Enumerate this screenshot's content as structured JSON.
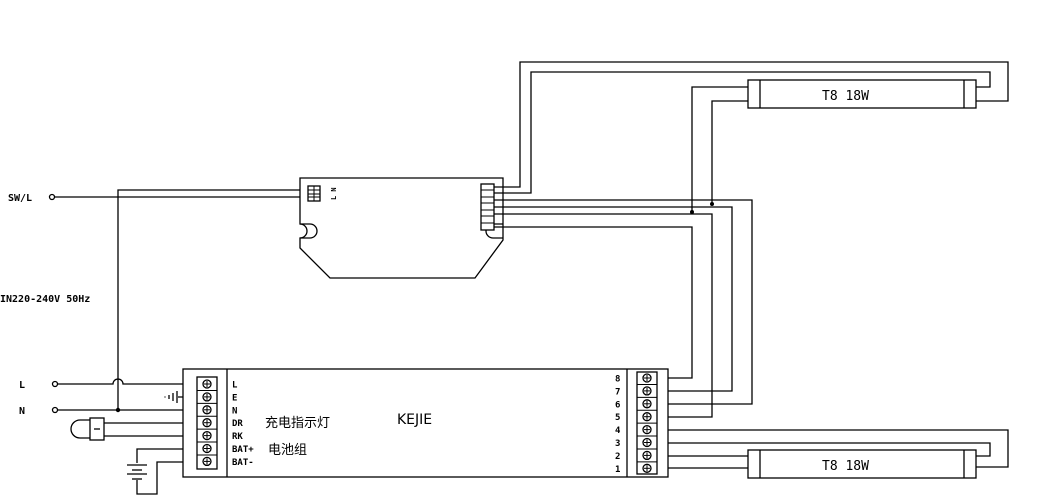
{
  "inputs": {
    "sw_l": "SW/L",
    "l": "L",
    "n": "N",
    "voltage": "IN220-240V 50Hz"
  },
  "lamps": {
    "top": "T8  18W",
    "bottom": "T8  18W"
  },
  "ballast": {
    "side_label": "L N"
  },
  "module": {
    "brand": "KEJIE",
    "indicator_label": "充电指示灯",
    "battery_label": "电池组",
    "left_pins": [
      "L",
      "E",
      "N",
      "DR",
      "RK",
      "BAT+",
      "BAT-"
    ],
    "right_pins": [
      "8",
      "7",
      "6",
      "5",
      "4",
      "3",
      "2",
      "1"
    ]
  }
}
